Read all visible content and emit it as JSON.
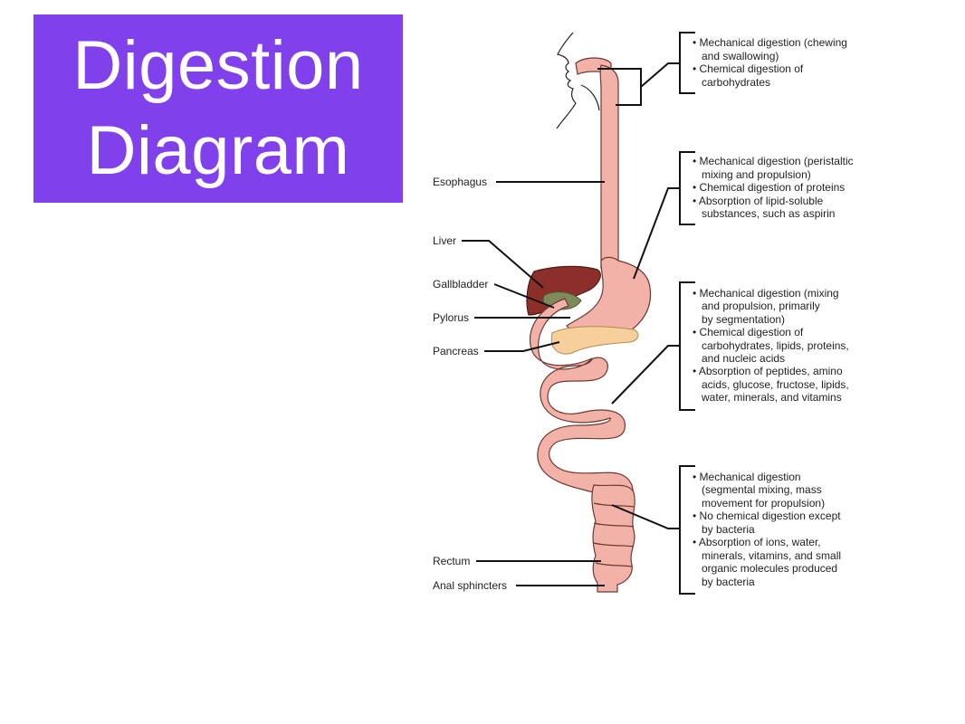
{
  "title": {
    "line1": "Digestion",
    "line2": "Diagram"
  },
  "colors": {
    "title_bg": "#8040ec",
    "title_text": "#ffffff",
    "gut_fill": "#f2b2a8",
    "liver": "#8c2f2a",
    "gallbladder": "#7f8a5a",
    "pancreas": "#f6cf9a"
  },
  "organs": {
    "esophagus": "Esophagus",
    "liver": "Liver",
    "gallbladder": "Gallbladder",
    "pylorus": "Pylorus",
    "pancreas": "Pancreas",
    "rectum": "Rectum",
    "anal_sphincters": "Anal sphincters"
  },
  "notes": {
    "mouth": [
      "• Mechanical digestion (chewing",
      "and swallowing)",
      "• Chemical digestion of",
      "carbohydrates"
    ],
    "stomach": [
      "• Mechanical digestion (peristaltic",
      "mixing and propulsion)",
      "• Chemical digestion of proteins",
      "• Absorption of lipid-soluble",
      "substances, such as aspirin"
    ],
    "small_intestine": [
      "• Mechanical digestion (mixing",
      "and propulsion, primarily",
      "by segmentation)",
      "• Chemical digestion of",
      "carbohydrates, lipids, proteins,",
      "and nucleic acids",
      "• Absorption of peptides, amino",
      "acids, glucose, fructose, lipids,",
      "water, minerals, and vitamins"
    ],
    "large_intestine": [
      "• Mechanical digestion",
      "(segmental mixing, mass",
      "movement for propulsion)",
      "• No chemical digestion except",
      "by bacteria",
      "• Absorption of ions, water,",
      "minerals, vitamins, and small",
      "organic molecules produced",
      "by bacteria"
    ]
  }
}
